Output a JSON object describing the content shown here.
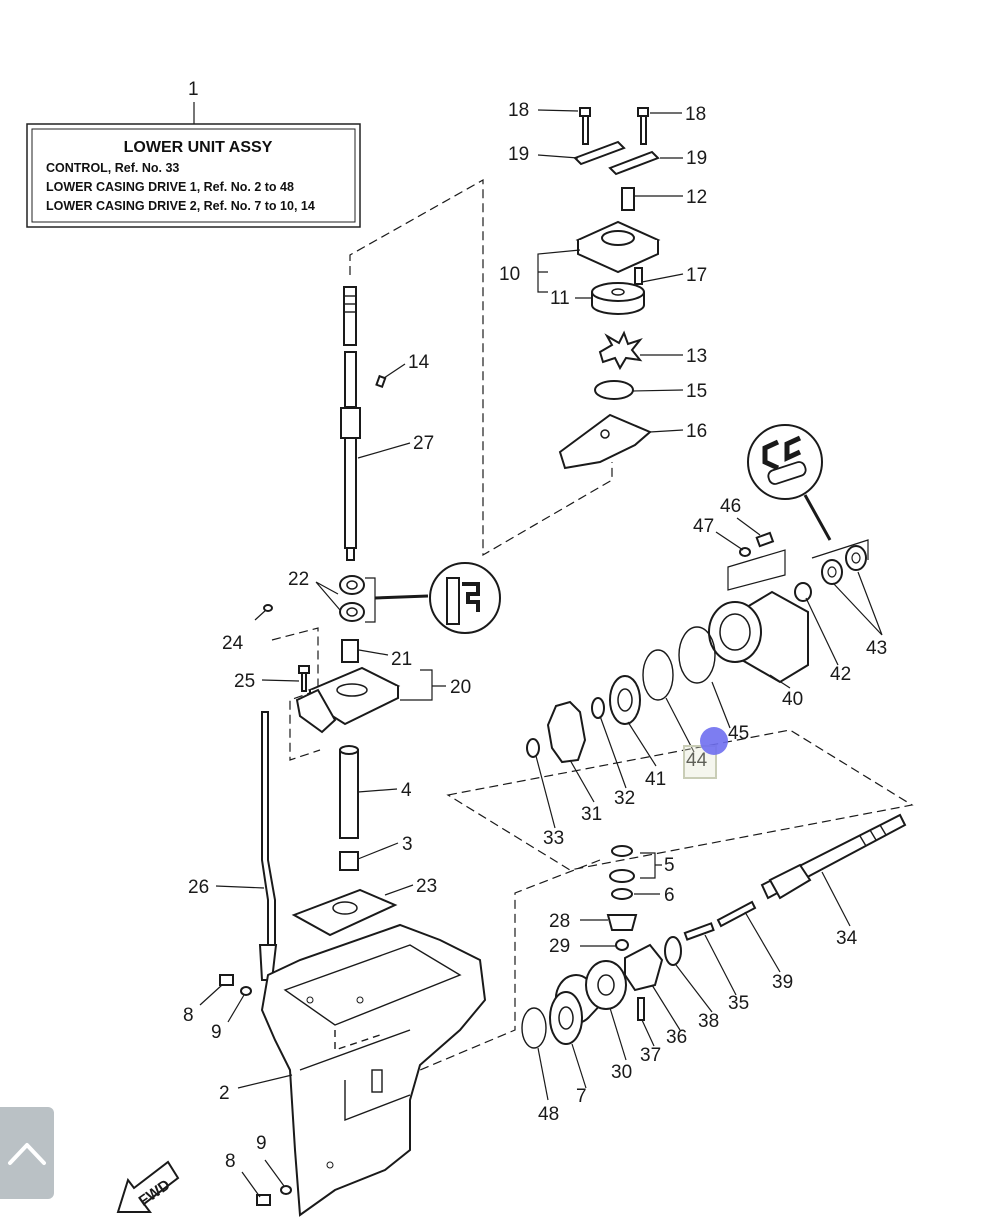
{
  "assy_box": {
    "ref": "1",
    "title": "LOWER UNIT ASSY",
    "lines": [
      "CONTROL,  Ref. No. 33",
      "LOWER CASING DRIVE 1,  Ref. No. 2  to  48",
      "LOWER CASING DRIVE 2,  Ref. No. 7  to  10, 14"
    ]
  },
  "part_labels": {
    "p2": "2",
    "p3": "3",
    "p4": "4",
    "p5": "5",
    "p6": "6",
    "p7": "7",
    "p8a": "8",
    "p8b": "8",
    "p9a": "9",
    "p9b": "9",
    "p10": "10",
    "p11": "11",
    "p12": "12",
    "p13": "13",
    "p14": "14",
    "p15": "15",
    "p16": "16",
    "p17": "17",
    "p18a": "18",
    "p18b": "18",
    "p19a": "19",
    "p19b": "19",
    "p20": "20",
    "p21": "21",
    "p22": "22",
    "p23": "23",
    "p24": "24",
    "p25": "25",
    "p26": "26",
    "p27": "27",
    "p28": "28",
    "p29": "29",
    "p30": "30",
    "p31": "31",
    "p32": "32",
    "p33": "33",
    "p34": "34",
    "p35": "35",
    "p36": "36",
    "p37": "37",
    "p38": "38",
    "p39": "39",
    "p40": "40",
    "p41": "41",
    "p42": "42",
    "p43": "43",
    "p44": "44",
    "p45": "45",
    "p46": "46",
    "p47": "47",
    "p48": "48"
  },
  "direction_arrow": "FWD",
  "icons": {
    "scroll_top": "chevron-up-icon",
    "grease_a": "grease-cartridge-icon",
    "grease_b": "grease-symbol-icon"
  },
  "colors": {
    "line": "#1a1a1a",
    "cursor": "#6f6ff0",
    "scroll_button": "#aeb7bc",
    "highlight": "#c9cdb6"
  }
}
